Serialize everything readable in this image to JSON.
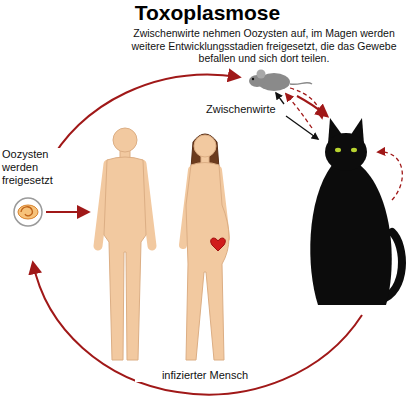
{
  "diagram": {
    "title": "Toxoplasmose",
    "labels": [
      "Zwischenwirte nehmen Oozysten auf, im Magen werden weitere Entwicklungsstadien freigesetzt, die das Gewebe befallen und sich dort teilen.",
      "Oozysten werden freigesetzt",
      "Zwischenwirte",
      "infizierter Mensch"
    ]
  }
}
